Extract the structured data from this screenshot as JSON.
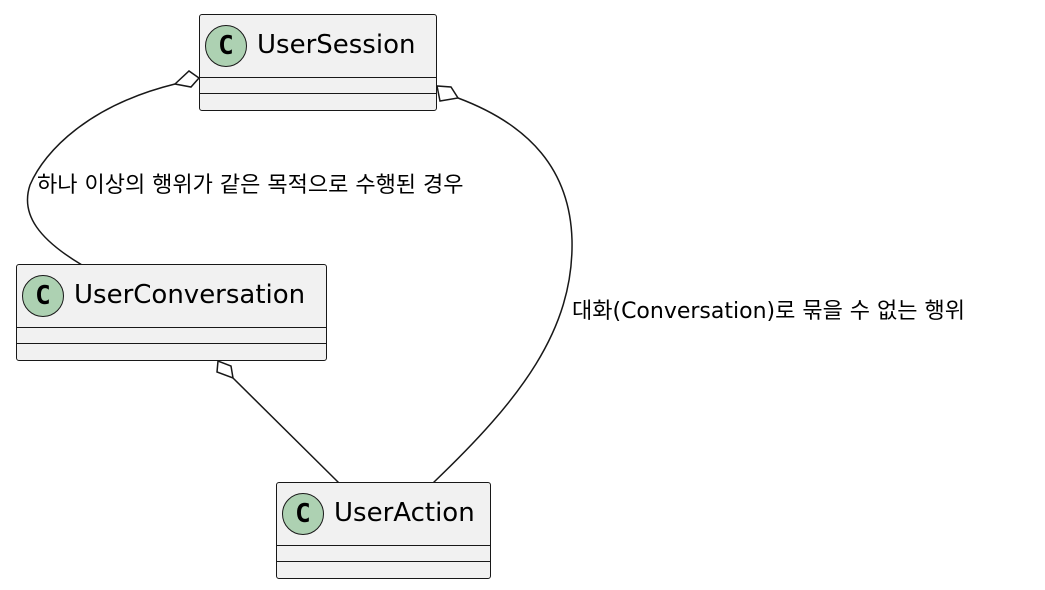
{
  "diagram": {
    "classes": {
      "user_session": {
        "stereotype_letter": "C",
        "name": "UserSession"
      },
      "user_conversation": {
        "stereotype_letter": "C",
        "name": "UserConversation"
      },
      "user_action": {
        "stereotype_letter": "C",
        "name": "UserAction"
      }
    },
    "relations": {
      "session_to_conversation": {
        "from": "UserSession",
        "to": "UserConversation",
        "type": "aggregation",
        "label": "하나 이상의 행위가 같은 목적으로 수행된 경우"
      },
      "session_to_action": {
        "from": "UserSession",
        "to": "UserAction",
        "type": "aggregation",
        "label": "대화(Conversation)로 묶을 수 없는 행위"
      },
      "conversation_to_action": {
        "from": "UserConversation",
        "to": "UserAction",
        "type": "aggregation",
        "label": ""
      }
    },
    "colors": {
      "class_fill": "#f1f1f1",
      "class_border": "#181818",
      "badge_fill": "#add1b2",
      "line": "#181818"
    }
  }
}
